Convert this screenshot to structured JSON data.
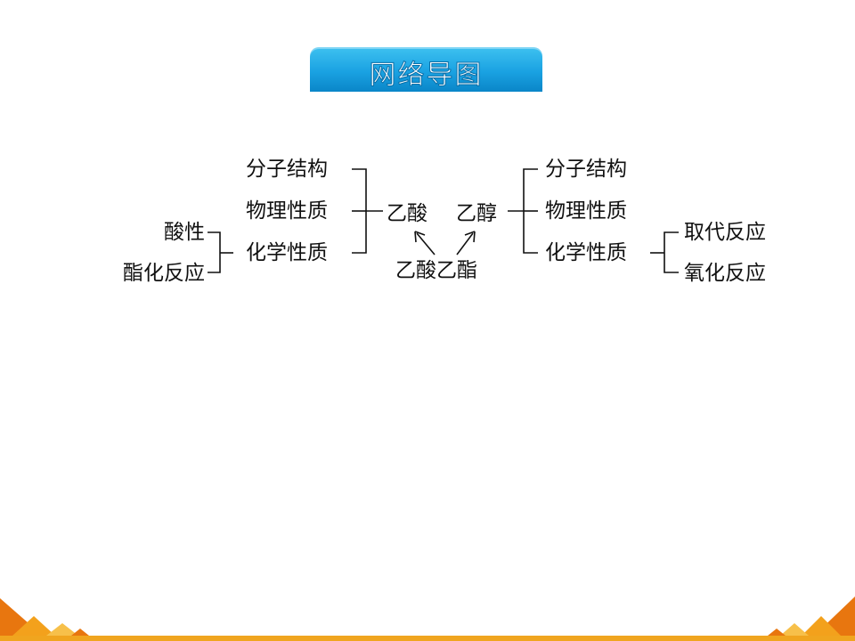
{
  "header": {
    "title": "网络导图"
  },
  "acid": {
    "center": "乙酸",
    "props": [
      "分子结构",
      "物理性质",
      "化学性质"
    ],
    "chem_reactions": [
      "酸性",
      "酯化反应"
    ]
  },
  "alcohol": {
    "center": "乙醇",
    "props": [
      "分子结构",
      "物理性质",
      "化学性质"
    ],
    "chem_reactions": [
      "取代反应",
      "氧化反应"
    ]
  },
  "ester": {
    "label": "乙酸乙酯"
  },
  "colors": {
    "banner": "#1aa2e2",
    "accent": "#f0a51f",
    "deco_dark": "#e8760f"
  }
}
